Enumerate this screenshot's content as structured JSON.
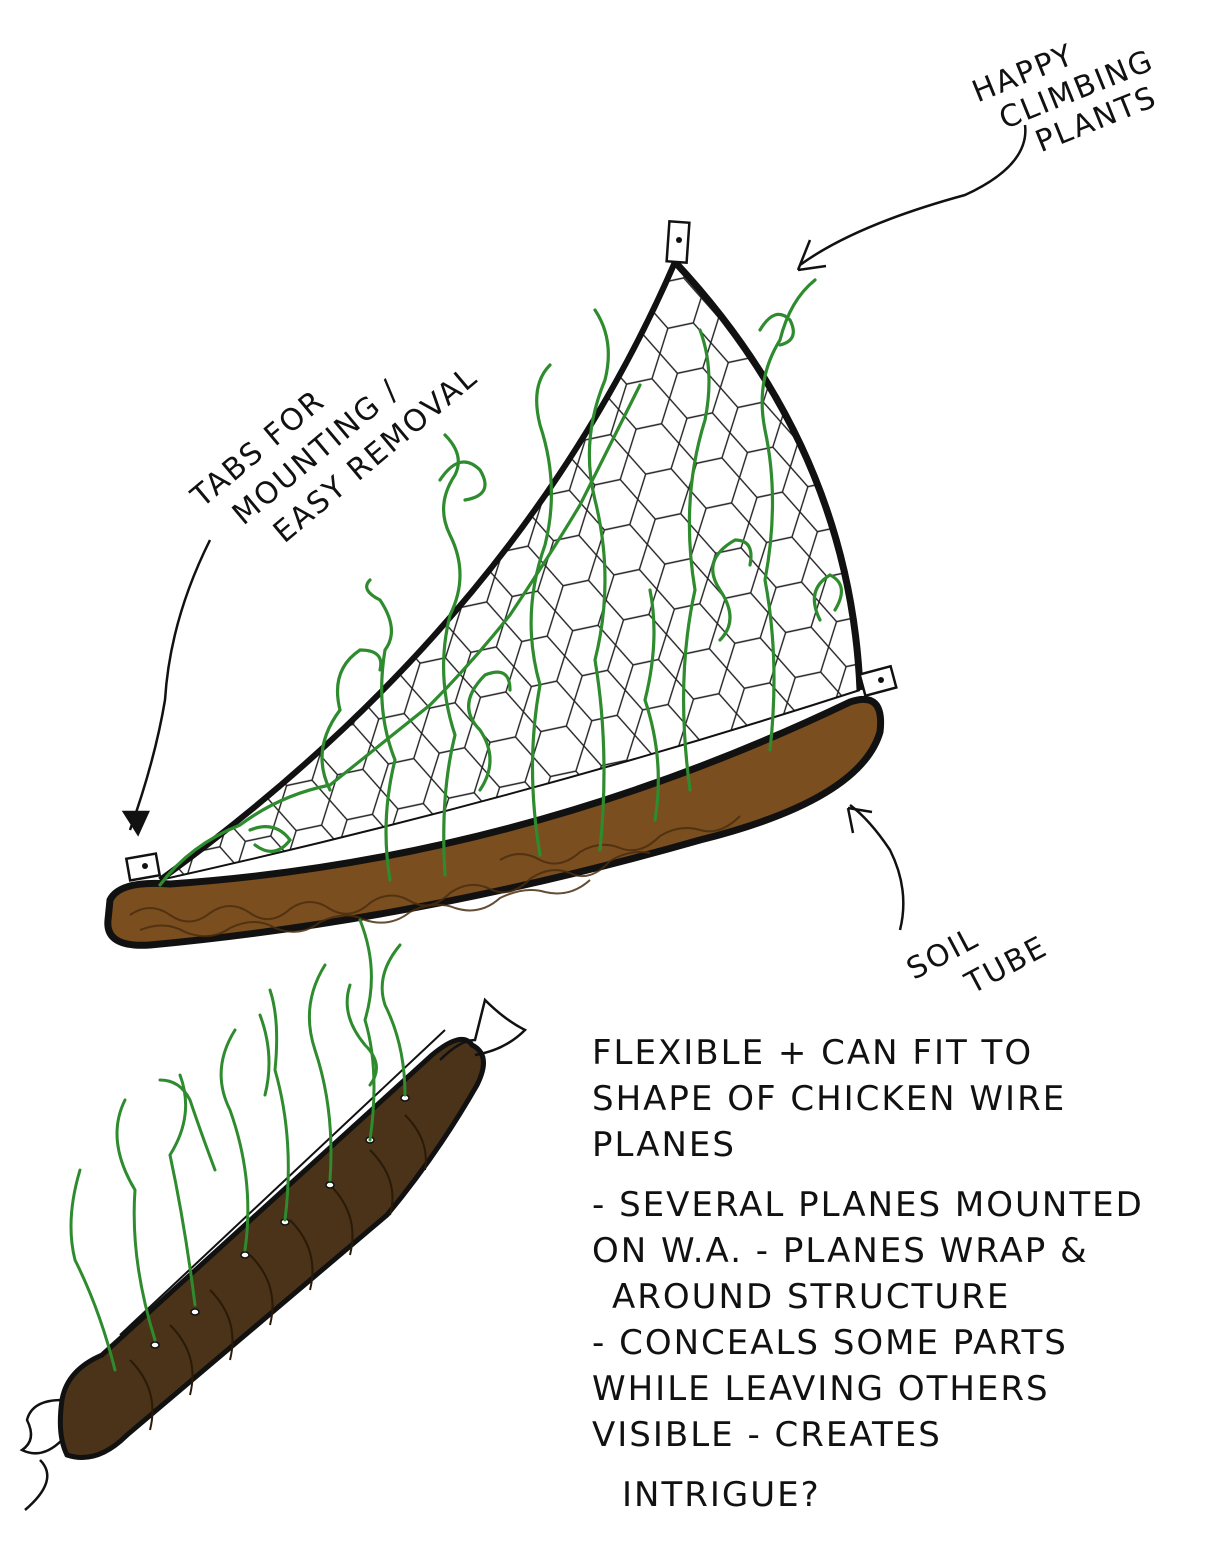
{
  "labels": {
    "climbing": [
      "HAPPY",
      "CLIMBING",
      "PLANTS"
    ],
    "tabs": [
      "TABS FOR",
      "MOUNTING /",
      "EASY REMOVAL"
    ],
    "soil": [
      "SOIL",
      "TUBE"
    ]
  },
  "notes": {
    "line1": "FLEXIBLE + CAN FIT TO",
    "line2": "SHAPE OF CHICKEN WIRE",
    "line3": "PLANES",
    "line4": "- SEVERAL PLANES MOUNTED",
    "line5": "ON W.A. - PLANES WRAP &",
    "line6": "AROUND STRUCTURE",
    "line7": "- CONCEALS SOME PARTS",
    "line8": "WHILE LEAVING OTHERS",
    "line9": "VISIBLE - CREATES",
    "line10": "INTRIGUE?"
  },
  "colors": {
    "outline": "#111111",
    "plant": "#2e8b2e",
    "soil": "#7a4e1e",
    "soil_tube": "#4a3318",
    "wire": "#222222"
  }
}
